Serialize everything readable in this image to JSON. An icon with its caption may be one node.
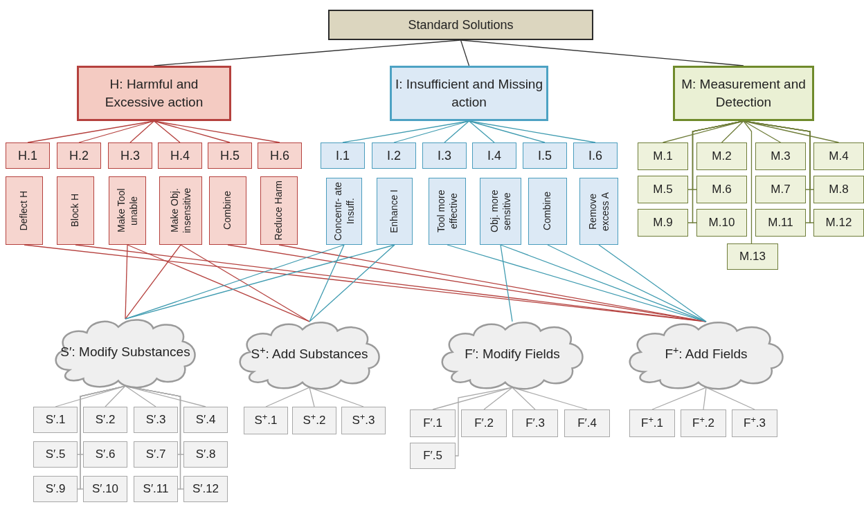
{
  "diagram": {
    "nodes": [
      {
        "text": [
          "Standard Solutions"
        ]
      },
      {
        "text": [
          "H: Harmful and Excessive action"
        ]
      },
      {
        "text": [
          "I: Insufficient and Missing action"
        ]
      },
      {
        "text": [
          "M: Measurement and Detection"
        ]
      },
      {
        "text": [
          "H.1"
        ]
      },
      {
        "text": [
          "H.2"
        ]
      },
      {
        "text": [
          "H.3"
        ]
      },
      {
        "text": [
          "H.4"
        ]
      },
      {
        "text": [
          "H.5"
        ]
      },
      {
        "text": [
          "H.6"
        ]
      },
      {
        "text": [
          "Deflect H"
        ]
      },
      {
        "text": [
          "Block H"
        ]
      },
      {
        "text": [
          "Make Tool unable"
        ]
      },
      {
        "text": [
          "Make Obj. insensitive"
        ]
      },
      {
        "text": [
          "Combine"
        ]
      },
      {
        "text": [
          "Reduce Harm"
        ]
      },
      {
        "text": [
          "I.1"
        ]
      },
      {
        "text": [
          "I.2"
        ]
      },
      {
        "text": [
          "I.3"
        ]
      },
      {
        "text": [
          "I.4"
        ]
      },
      {
        "text": [
          "I.5"
        ]
      },
      {
        "text": [
          "I.6"
        ]
      },
      {
        "text": [
          "Concentr- ate Insuff."
        ]
      },
      {
        "text": [
          "Enhance I"
        ]
      },
      {
        "text": [
          "Tool more effective"
        ]
      },
      {
        "text": [
          "Obj. more sensitive"
        ]
      },
      {
        "text": [
          "Combine"
        ]
      },
      {
        "text": [
          "Remove excess A"
        ]
      },
      {
        "text": [
          "M.1"
        ]
      },
      {
        "text": [
          "M.2"
        ]
      },
      {
        "text": [
          "M.3"
        ]
      },
      {
        "text": [
          "M.4"
        ]
      },
      {
        "text": [
          "M.5"
        ]
      },
      {
        "text": [
          "M.6"
        ]
      },
      {
        "text": [
          "M.7"
        ]
      },
      {
        "text": [
          "M.8"
        ]
      },
      {
        "text": [
          "M.9"
        ]
      },
      {
        "text": [
          "M.10"
        ]
      },
      {
        "text": [
          "M.11"
        ]
      },
      {
        "text": [
          "M.12"
        ]
      },
      {
        "text": [
          "M.13"
        ]
      },
      {
        "text": [
          "S′: Modify Substances"
        ]
      },
      {
        "text": [
          "S$^{+}$: Add Substances"
        ]
      },
      {
        "text": [
          "F′: Modify Fields"
        ]
      },
      {
        "text": [
          "F$^{+}$: Add Fields"
        ]
      },
      {
        "text": [
          "S′.1"
        ]
      },
      {
        "text": [
          "S′.2"
        ]
      },
      {
        "text": [
          "S′.3"
        ]
      },
      {
        "text": [
          "S′.4"
        ]
      },
      {
        "text": [
          "S′.5"
        ]
      },
      {
        "text": [
          "S′.6"
        ]
      },
      {
        "text": [
          "S′.7"
        ]
      },
      {
        "text": [
          "S′.8"
        ]
      },
      {
        "text": [
          "S′.9"
        ]
      },
      {
        "text": [
          "S′.10"
        ]
      },
      {
        "text": [
          "S′.11"
        ]
      },
      {
        "text": [
          "S′.12"
        ]
      },
      {
        "text": [
          "S$^{+}$.1"
        ]
      },
      {
        "text": [
          "S$^{+}$.2"
        ]
      },
      {
        "text": [
          "S$^{+}$.3"
        ]
      },
      {
        "text": [
          "F′.1"
        ]
      },
      {
        "text": [
          "F′.2"
        ]
      },
      {
        "text": [
          "F′.3"
        ]
      },
      {
        "text": [
          "F′.4"
        ]
      },
      {
        "text": [
          "F′.5"
        ]
      },
      {
        "text": [
          "F$^{+}$.1"
        ]
      },
      {
        "text": [
          "F$^{+}$.2"
        ]
      },
      {
        "text": [
          "F$^{+}$.3"
        ]
      }
    ],
    "edges": [
      {
        "from": 0,
        "to": 1,
        "arrow": "none",
        "color": "#333333"
      },
      {
        "from": 0,
        "to": 2,
        "arrow": "none",
        "color": "#333333"
      },
      {
        "from": 0,
        "to": 3,
        "arrow": "none",
        "color": "#333333"
      },
      {
        "from": 1,
        "to": 4,
        "arrow": "none",
        "color": "#b5413e"
      },
      {
        "from": 1,
        "to": 5,
        "arrow": "none",
        "color": "#b5413e"
      },
      {
        "from": 1,
        "to": 6,
        "arrow": "none",
        "color": "#b5413e"
      },
      {
        "from": 1,
        "to": 7,
        "arrow": "none",
        "color": "#b5413e"
      },
      {
        "from": 1,
        "to": 8,
        "arrow": "none",
        "color": "#b5413e"
      },
      {
        "from": 1,
        "to": 9,
        "arrow": "none",
        "color": "#b5413e"
      },
      {
        "from": 2,
        "to": 16,
        "arrow": "none",
        "color": "#3f9bb0"
      },
      {
        "from": 2,
        "to": 17,
        "arrow": "none",
        "color": "#3f9bb0"
      },
      {
        "from": 2,
        "to": 18,
        "arrow": "none",
        "color": "#3f9bb0"
      },
      {
        "from": 2,
        "to": 19,
        "arrow": "none",
        "color": "#3f9bb0"
      },
      {
        "from": 2,
        "to": 20,
        "arrow": "none",
        "color": "#3f9bb0"
      },
      {
        "from": 2,
        "to": 21,
        "arrow": "none",
        "color": "#3f9bb0"
      },
      {
        "from": 3,
        "to": 28,
        "arrow": "none",
        "color": "#6f7d3a"
      },
      {
        "from": 3,
        "to": 29,
        "arrow": "none",
        "color": "#6f7d3a"
      },
      {
        "from": 3,
        "to": 30,
        "arrow": "none",
        "color": "#6f7d3a"
      },
      {
        "from": 3,
        "to": 31,
        "arrow": "none",
        "color": "#6f7d3a"
      },
      {
        "from": 3,
        "to": 32,
        "arrow": "none",
        "color": "#6f7d3a"
      },
      {
        "from": 3,
        "to": 33,
        "arrow": "none",
        "color": "#6f7d3a"
      },
      {
        "from": 3,
        "to": 34,
        "arrow": "none",
        "color": "#6f7d3a"
      },
      {
        "from": 3,
        "to": 35,
        "arrow": "none",
        "color": "#6f7d3a"
      },
      {
        "from": 3,
        "to": 36,
        "arrow": "none",
        "color": "#6f7d3a"
      },
      {
        "from": 3,
        "to": 37,
        "arrow": "none",
        "color": "#6f7d3a"
      },
      {
        "from": 3,
        "to": 38,
        "arrow": "none",
        "color": "#6f7d3a"
      },
      {
        "from": 3,
        "to": 39,
        "arrow": "none",
        "color": "#6f7d3a"
      },
      {
        "from": 3,
        "to": 40,
        "arrow": "none",
        "color": "#6f7d3a"
      },
      {
        "from": 10,
        "to": 44,
        "arrow": "none",
        "color": "#b5413e"
      },
      {
        "from": 11,
        "to": 44,
        "arrow": "none",
        "color": "#b5413e"
      },
      {
        "from": 12,
        "to": 41,
        "arrow": "none",
        "color": "#b5413e"
      },
      {
        "from": 12,
        "to": 42,
        "arrow": "none",
        "color": "#b5413e"
      },
      {
        "from": 13,
        "to": 41,
        "arrow": "none",
        "color": "#b5413e"
      },
      {
        "from": 13,
        "to": 42,
        "arrow": "none",
        "color": "#b5413e"
      },
      {
        "from": 14,
        "to": 44,
        "arrow": "none",
        "color": "#b5413e"
      },
      {
        "from": 15,
        "to": 44,
        "arrow": "none",
        "color": "#b5413e"
      },
      {
        "from": 22,
        "to": 41,
        "arrow": "none",
        "color": "#3f9bb0"
      },
      {
        "from": 22,
        "to": 42,
        "arrow": "none",
        "color": "#3f9bb0"
      },
      {
        "from": 23,
        "to": 41,
        "arrow": "none",
        "color": "#3f9bb0"
      },
      {
        "from": 23,
        "to": 42,
        "arrow": "none",
        "color": "#3f9bb0"
      },
      {
        "from": 24,
        "to": 44,
        "arrow": "none",
        "color": "#3f9bb0"
      },
      {
        "from": 25,
        "to": 43,
        "arrow": "none",
        "color": "#3f9bb0"
      },
      {
        "from": 25,
        "to": 44,
        "arrow": "none",
        "color": "#3f9bb0"
      },
      {
        "from": 26,
        "to": 44,
        "arrow": "none",
        "color": "#3f9bb0"
      },
      {
        "from": 27,
        "to": 44,
        "arrow": "none",
        "color": "#3f9bb0"
      },
      {
        "from": 41,
        "to": 45,
        "arrow": "none"
      },
      {
        "from": 41,
        "to": 46,
        "arrow": "none"
      },
      {
        "from": 41,
        "to": 47,
        "arrow": "none"
      },
      {
        "from": 41,
        "to": 48,
        "arrow": "none"
      },
      {
        "from": 41,
        "to": 49,
        "arrow": "none"
      },
      {
        "from": 41,
        "to": 50,
        "arrow": "none"
      },
      {
        "from": 41,
        "to": 51,
        "arrow": "none"
      },
      {
        "from": 41,
        "to": 52,
        "arrow": "none"
      },
      {
        "from": 41,
        "to": 53,
        "arrow": "none"
      },
      {
        "from": 41,
        "to": 54,
        "arrow": "none"
      },
      {
        "from": 41,
        "to": 55,
        "arrow": "none"
      },
      {
        "from": 41,
        "to": 56,
        "arrow": "none"
      },
      {
        "from": 42,
        "to": 57,
        "arrow": "none"
      },
      {
        "from": 42,
        "to": 58,
        "arrow": "none"
      },
      {
        "from": 42,
        "to": 59,
        "arrow": "none"
      },
      {
        "from": 43,
        "to": 60,
        "arrow": "none"
      },
      {
        "from": 43,
        "to": 61,
        "arrow": "none"
      },
      {
        "from": 43,
        "to": 62,
        "arrow": "none"
      },
      {
        "from": 43,
        "to": 63,
        "arrow": "none"
      },
      {
        "from": 43,
        "to": 64,
        "arrow": "none"
      },
      {
        "from": 44,
        "to": 65,
        "arrow": "none"
      },
      {
        "from": 44,
        "to": 66,
        "arrow": "none"
      },
      {
        "from": 44,
        "to": 67,
        "arrow": "none"
      }
    ]
  }
}
